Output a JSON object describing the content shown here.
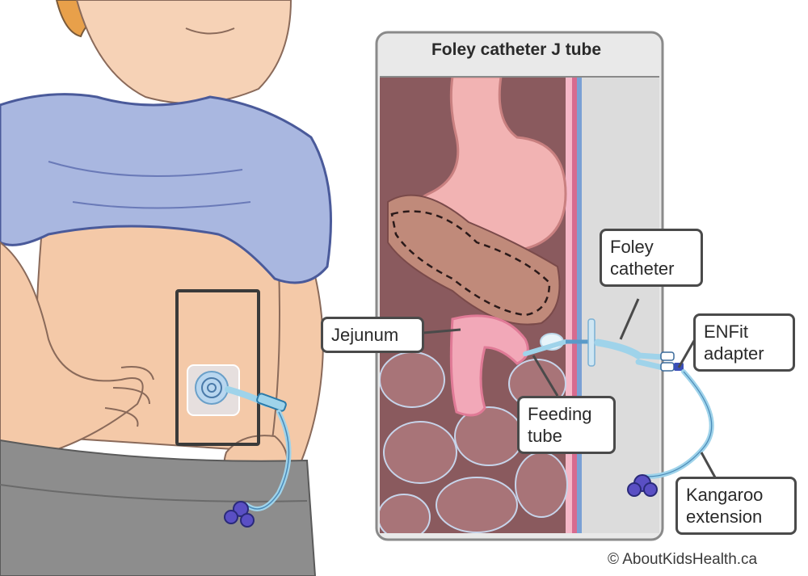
{
  "title": "Foley catheter J tube",
  "labels": {
    "jejunum": "Jejunum",
    "feeding_tube": [
      "Feeding",
      "tube"
    ],
    "foley_catheter": [
      "Foley",
      "catheter"
    ],
    "enfit_adapter": [
      "ENFit",
      "adapter"
    ],
    "kangaroo_extension": [
      "Kangaroo",
      "extension"
    ]
  },
  "copyright": "© AboutKidsHealth.ca",
  "colors": {
    "skin": "#f4c9a8",
    "shirt": "#a9b7e0",
    "pants": "#8d8d8d",
    "stomach": "#f2b3b3",
    "intestine": "#b9868a",
    "tube": "#9fd3ea",
    "connector_purple": "#5a4fc4",
    "outline": "#4a4a4a"
  }
}
